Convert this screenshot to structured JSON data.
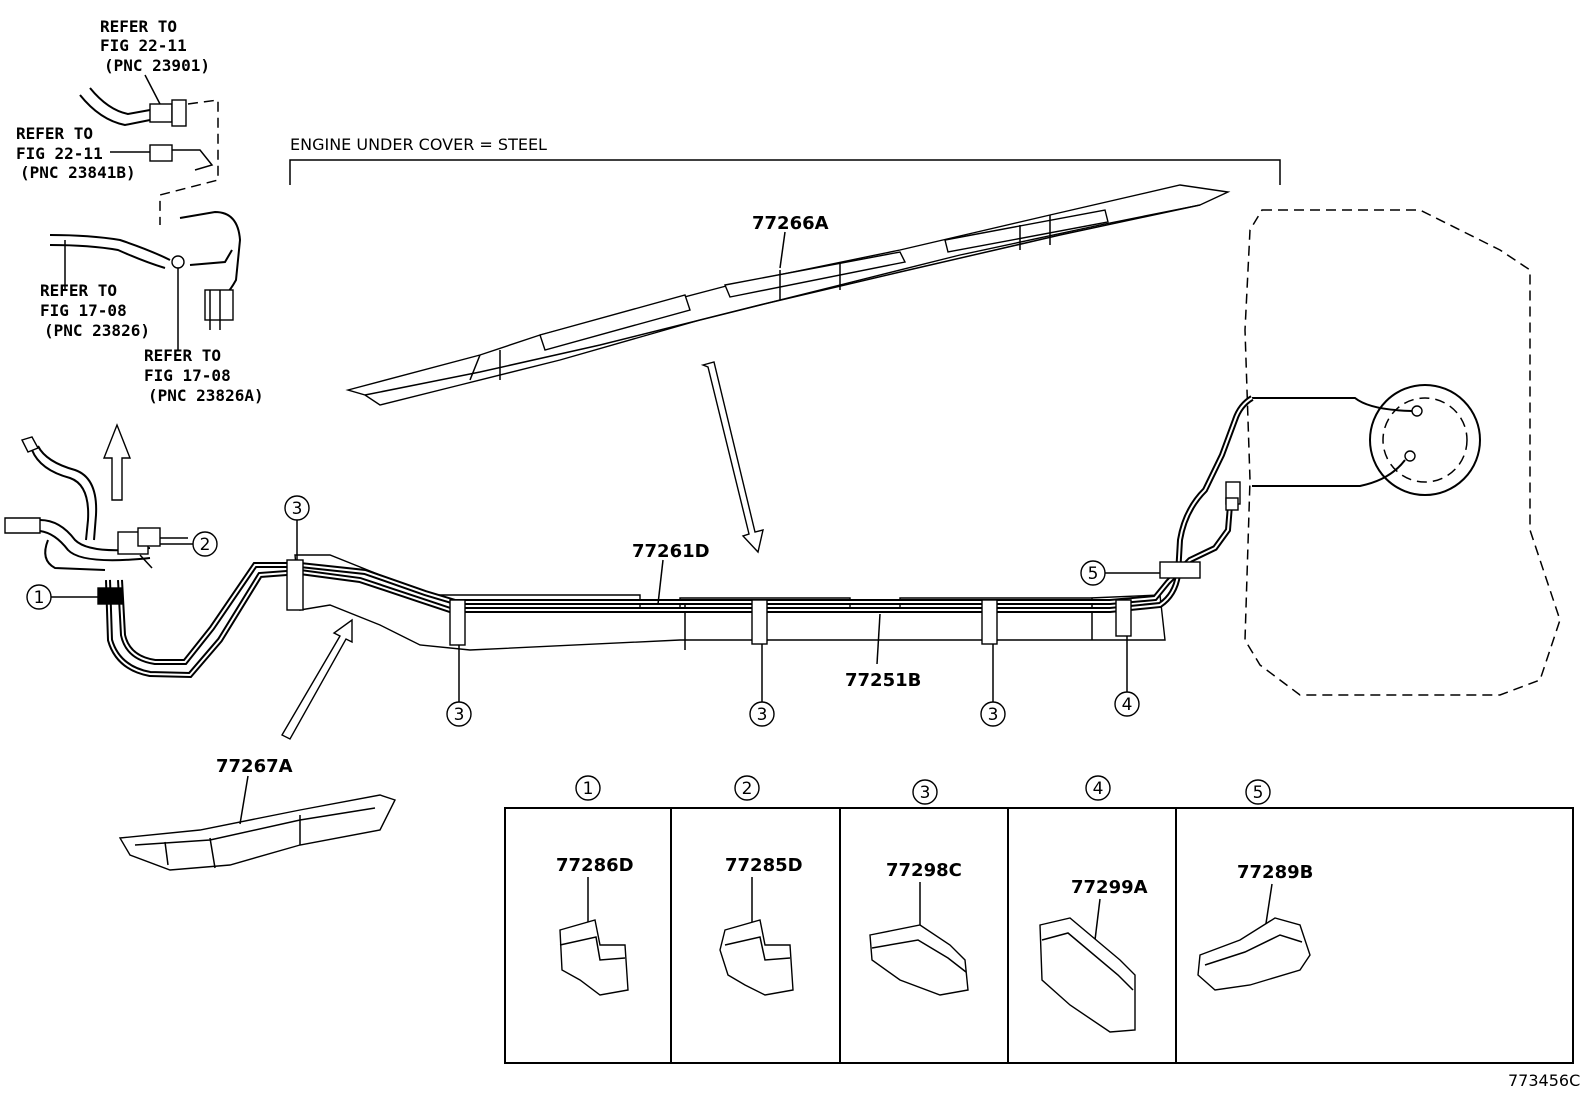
{
  "header": {
    "cover_note": "ENGINE UNDER COVER = STEEL"
  },
  "references": [
    {
      "line1": "REFER TO",
      "line2": "FIG 22-11",
      "line3": "(PNC 23901)"
    },
    {
      "line1": "REFER TO",
      "line2": "FIG 22-11",
      "line3": "(PNC 23841B)"
    },
    {
      "line1": "REFER TO",
      "line2": "FIG 17-08",
      "line3": "(PNC 23826)"
    },
    {
      "line1": "REFER TO",
      "line2": "FIG 17-08",
      "line3": "(PNC 23826A)"
    }
  ],
  "parts": {
    "cover_upper": "77266A",
    "cover_lower": "77267A",
    "tube_upper": "77261D",
    "tube_lower": "77251B"
  },
  "callouts": {
    "c1": "1",
    "c2": "2",
    "c3": "3",
    "c4": "4",
    "c5": "5"
  },
  "clamp_table": [
    {
      "num": "1",
      "part": "77286D"
    },
    {
      "num": "2",
      "part": "77285D"
    },
    {
      "num": "3",
      "part": "77298C"
    },
    {
      "num": "4",
      "part": "77299A"
    },
    {
      "num": "5",
      "part": "77289B"
    }
  ],
  "diagram_id": "773456C"
}
